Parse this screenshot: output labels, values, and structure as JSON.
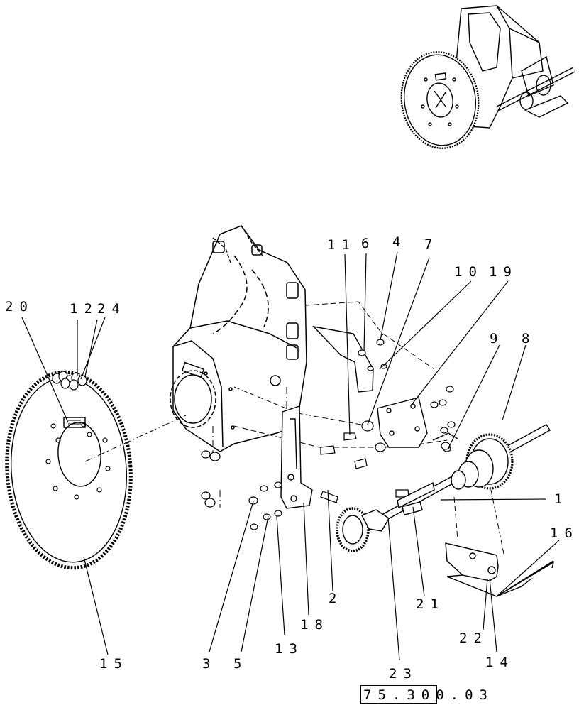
{
  "diagram": {
    "callouts": {
      "c1": "1",
      "c2": "2",
      "c3": "3",
      "c4": "4",
      "c5": "5",
      "c6": "6",
      "c7": "7",
      "c8": "8",
      "c9": "9",
      "c10": "10",
      "c11": "11",
      "c12": "12",
      "c13": "13",
      "c14": "14",
      "c15": "15",
      "c16": "16",
      "c18": "18",
      "c19": "19",
      "c20": "20",
      "c21": "21",
      "c22": "22",
      "c23": "23",
      "c24": "24"
    },
    "reference_code": "75.300.03"
  }
}
